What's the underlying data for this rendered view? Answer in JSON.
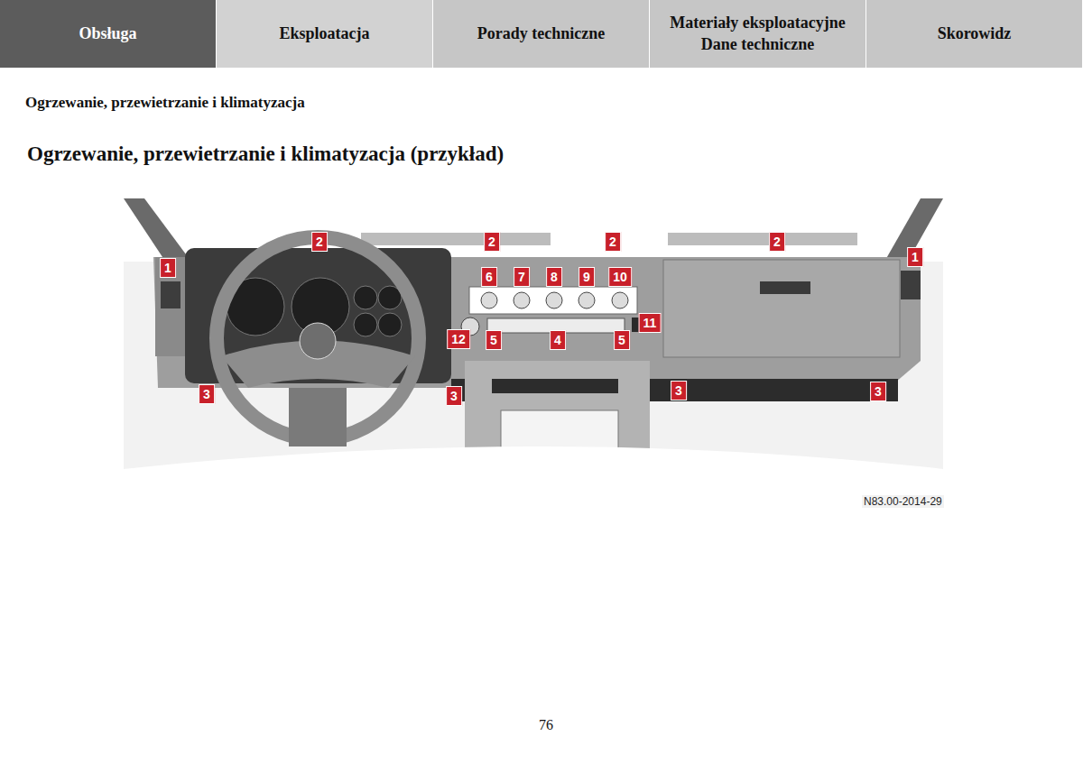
{
  "diagram": {
    "title": "Ogrzewanie, przewietrzanie i klimatyzacja (przykład)",
    "nodes": [
      {
        "text": [
          "Obsługa"
        ]
      },
      {
        "text": [
          "Eksploatacja"
        ]
      },
      {
        "text": [
          "Porady techniczne"
        ]
      },
      {
        "text": [
          "Materiały eksploatacyjne Dane techniczne"
        ]
      },
      {
        "text": [
          "Skorowidz"
        ]
      }
    ],
    "labels": [
      "Ogrzewanie, przewietrzanie i klimatyzacja",
      "2",
      "2",
      "2",
      "2",
      "1",
      "1",
      "6",
      "7",
      "8",
      "9",
      "10",
      "11",
      "12",
      "5",
      "4",
      "5",
      "3",
      "3",
      "3",
      "3",
      "N83.00-2014-29",
      "76"
    ]
  }
}
